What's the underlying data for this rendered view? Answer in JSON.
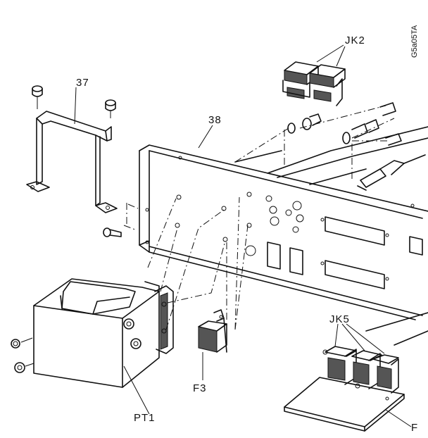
{
  "labels": {
    "bracket": "37",
    "panel": "38",
    "jack_top": "JK2",
    "jack_bottom": "JK5",
    "fuse": "F3",
    "transformer": "PT1",
    "board": "F"
  },
  "stamp": "G5a05TA"
}
